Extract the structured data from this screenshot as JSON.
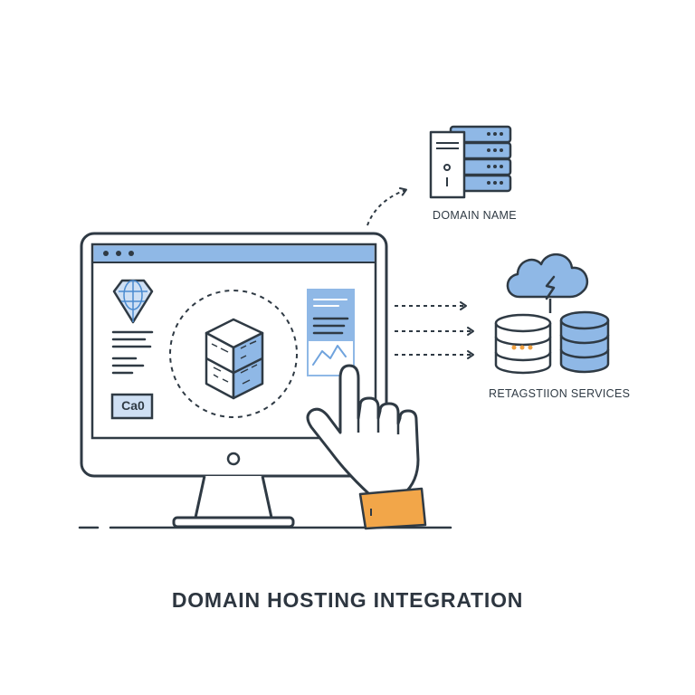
{
  "illustration": {
    "title": "DOMAIN HOSTING INTEGRATION",
    "domain_label": "DOMAIN NAME",
    "services_label": "RETAGSTIION SERVICES",
    "screen_badge": "Ca0"
  },
  "colors": {
    "outline": "#2f3a44",
    "accent_blue": "#8fb8e6",
    "light_blue": "#cfe0f4",
    "cuff_orange": "#f2a649",
    "dot_orange": "#f0a040"
  },
  "icons": [
    "server-rack-icon",
    "cloud-icon",
    "database-icon",
    "diamond-globe-icon",
    "cube-icon",
    "document-chart-icon",
    "pointing-hand-icon",
    "monitor-icon"
  ]
}
